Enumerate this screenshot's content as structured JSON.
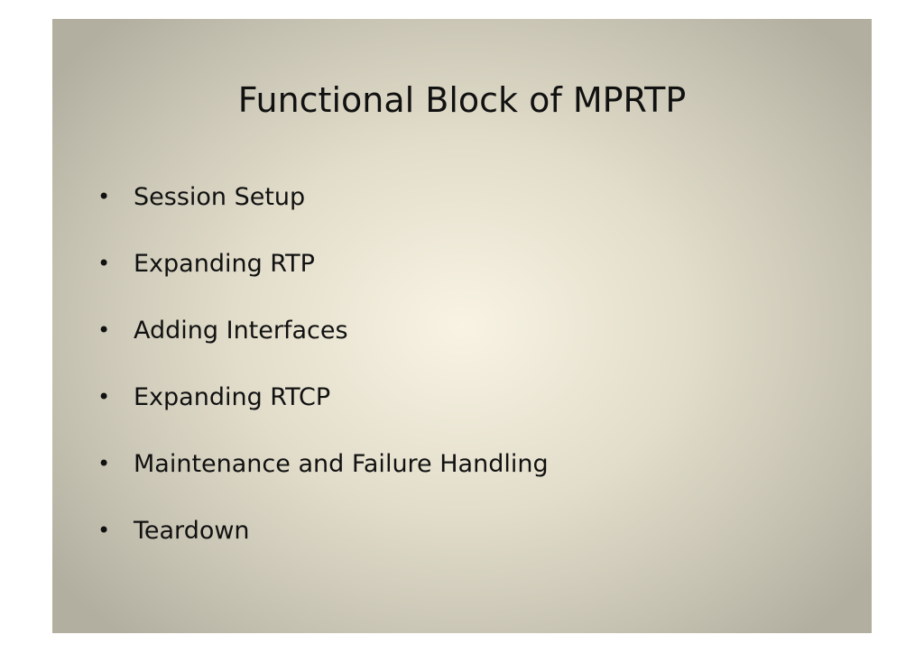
{
  "slide": {
    "title": "Functional Block of MPRTP",
    "bullet_glyph": "•",
    "bullets": [
      "Session Setup",
      "Expanding RTP",
      "Adding Interfaces",
      "Expanding RTCP",
      "Maintenance and Failure Handling",
      "Teardown"
    ]
  }
}
